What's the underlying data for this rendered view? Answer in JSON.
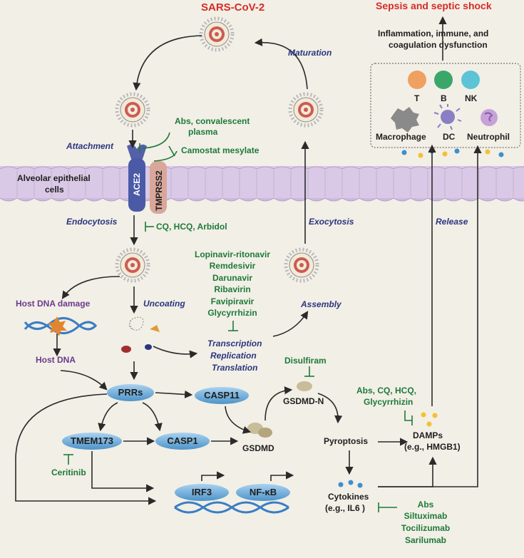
{
  "title": "SARS-CoV-2",
  "outcome": {
    "title": "Sepsis and septic shock",
    "inflammation": [
      "Inflammation, immune, and",
      "coagulation dysfunction"
    ]
  },
  "immune_cells": [
    {
      "label": "T",
      "color": "#f0a060"
    },
    {
      "label": "B",
      "color": "#3aa66a"
    },
    {
      "label": "NK",
      "color": "#5cc4d6"
    },
    {
      "label": "Macrophage",
      "color": "#8a8a8a"
    },
    {
      "label": "DC",
      "color": "#8a7fc4"
    },
    {
      "label": "Neutrophil",
      "color": "#c6a2d8"
    }
  ],
  "cell_layer_label": [
    "Alveolar epithelial",
    "cells"
  ],
  "receptors": {
    "ace2": "ACE2",
    "tmprss2": "TMPRSS2"
  },
  "steps": {
    "attachment": "Attachment",
    "endocytosis": "Endocytosis",
    "uncoating": "Uncoating",
    "assembly": "Assembly",
    "exocytosis": "Exocytosis",
    "maturation": "Maturation",
    "release": "Release",
    "trt": [
      "Transcription",
      "Replication",
      "Translation"
    ]
  },
  "drugs": {
    "abs_plasma": [
      "Abs, convalescent",
      "plasma"
    ],
    "camostat": "Camostat mesylate",
    "cq_hcq_arbidol": "CQ, HCQ, Arbidol",
    "antivirals": [
      "Lopinavir-ritonavir",
      "Remdesivir",
      "Darunavir",
      "Ribavirin",
      "Favipiravir",
      "Glycyrrhizin"
    ],
    "disulfiram": "Disulfiram",
    "damp_drugs": [
      "Abs, CQ, HCQ,",
      "Glycyrrhizin"
    ],
    "ceritinib": "Ceritinib",
    "cytokine_drugs": [
      "Abs",
      "Siltuximab",
      "Tocilizumab",
      "Sarilumab"
    ]
  },
  "host": {
    "damage": "Host DNA damage",
    "dna": "Host DNA"
  },
  "nodes": {
    "prrs": "PRRs",
    "casp11": "CASP11",
    "tmem173": "TMEM173",
    "casp1": "CASP1",
    "irf3": "IRF3",
    "nfkb": "NF-κB"
  },
  "gsdmd": {
    "n": "GSDMD-N",
    "full": "GSDMD"
  },
  "pyroptosis": "Pyroptosis",
  "damps": [
    "DAMPs",
    "(e.g., HMGB1)"
  ],
  "cytokines": [
    "Cytokines",
    "(e.g., IL6 )"
  ],
  "colors": {
    "node": "#7fb7e0",
    "drug": "#1d7a3a",
    "step": "#2b3580",
    "title": "#d62b27",
    "membrane": "#d9c9e6"
  }
}
